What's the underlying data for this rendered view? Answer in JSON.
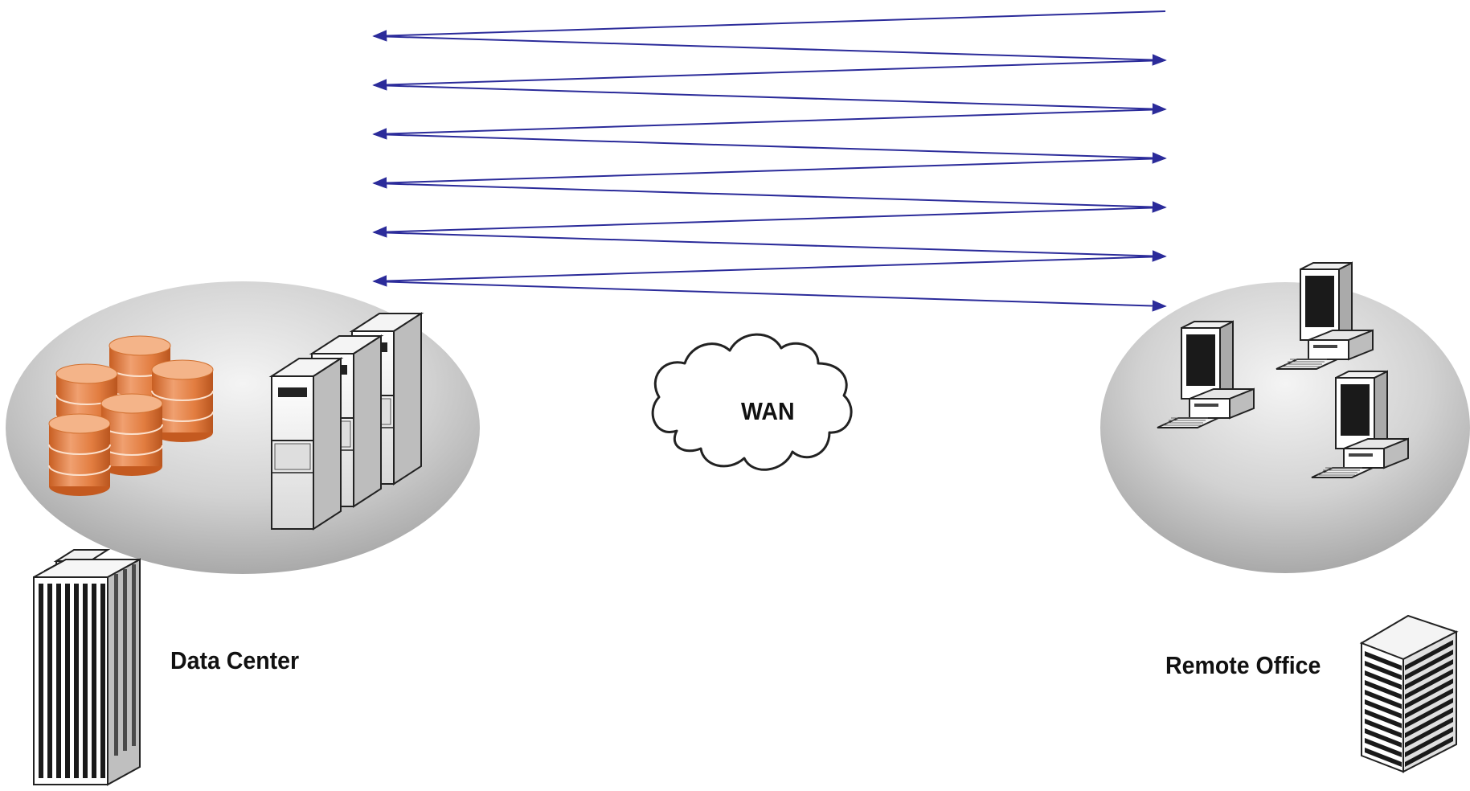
{
  "diagram": {
    "nodes": {
      "data_center": {
        "label": "Data Center"
      },
      "wan": {
        "label": "WAN"
      },
      "remote_office": {
        "label": "Remote Office"
      }
    },
    "colors": {
      "arrow": "#2b2b9a",
      "database": "#e07a3c",
      "ellipse_light": "#f2f2f2",
      "ellipse_dark": "#b0b0b0"
    },
    "icons": [
      "database-icon",
      "server-rack-icon",
      "office-tower-icon",
      "cloud-icon",
      "desktop-computer-icon",
      "office-building-icon"
    ]
  }
}
